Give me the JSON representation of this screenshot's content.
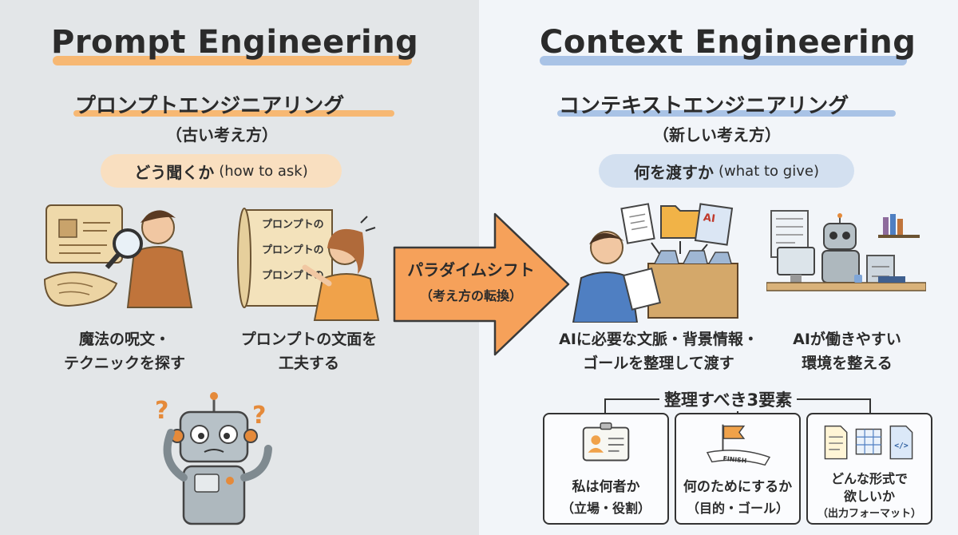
{
  "left": {
    "title": "Prompt Engineering",
    "subtitle": "プロンプトエンジニアリング",
    "note": "（古い考え方）",
    "pill_main": "どう聞くか",
    "pill_en": "(how to ask)",
    "caption1_line1": "魔法の呪文・",
    "caption1_line2": "テクニックを探す",
    "caption2_line1": "プロンプトの文面を",
    "caption2_line2": "工夫する",
    "scroll_lines": [
      "プロンプトの",
      "プロンプトの",
      "プロンプトの"
    ],
    "accent": "#f7a04b"
  },
  "arrow": {
    "line1": "パラダイムシフト",
    "line2": "（考え方の転換）",
    "color": "#f6a15a"
  },
  "right": {
    "title": "Context Engineering",
    "subtitle": "コンテキストエンジニアリング",
    "note": "（新しい考え方）",
    "pill_main": "何を渡すか",
    "pill_en": "(what to give)",
    "caption1_line1": "AIに必要な文脈・背景情報・",
    "caption1_line2": "ゴールを整理して渡す",
    "caption2_line1": "AIが働きやすい",
    "caption2_line2": "環境を整える",
    "doc_label": "AI",
    "accent": "#7fa6d8",
    "three_title": "整理すべき3要素",
    "cards": [
      {
        "line1": "私は何者か",
        "line2": "（立場・役割）",
        "icon": "id-card-icon"
      },
      {
        "line1": "何のためにするか",
        "line2": "（目的・ゴール）",
        "icon": "finish-flag-icon",
        "banner": "FINISH"
      },
      {
        "line1": "どんな形式で",
        "line2": "欲しいか",
        "line3": "（出力フォーマット）",
        "icon": "file-formats-icon"
      }
    ]
  }
}
